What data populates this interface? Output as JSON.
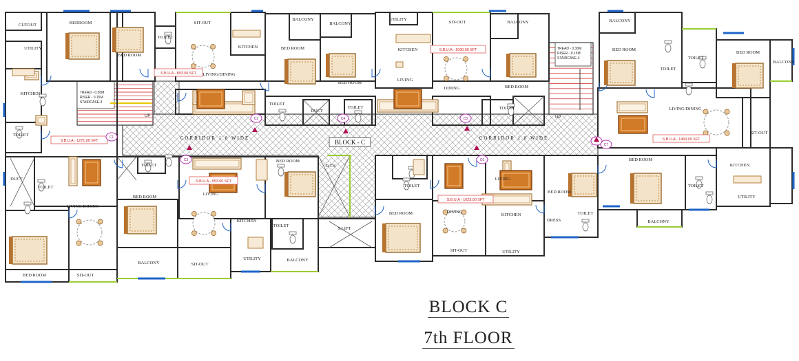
{
  "title_line1": "BLOCK  C",
  "title_line2": "7th FLOOR",
  "block_label": "BLOCK - C",
  "corridor_label": "CORRIDOR 1.8 WIDE",
  "stair_left": {
    "tread": "TREAD - 0.30M",
    "riser": "RISER - 0.15M",
    "name": "STAIRCASE-3",
    "up": "UP"
  },
  "stair_right": {
    "tread": "TREAD - 0.30M",
    "riser": "RISER - 0.15M",
    "name": "STAIRCASE-4",
    "up": "UP"
  },
  "areas": [
    "S.B.U.A - 893.00 SFT",
    "S.B.U.A - 1271.00 SFT",
    "S.B.U.A - 953.00 SFT",
    "S.B.U.A - 1090.00 SFT",
    "S.B.U.A - 1023.00 SFT",
    "S.B.U.A - 1469.00 SFT"
  ],
  "units": [
    "C1",
    "C2",
    "C3",
    "C4",
    "C5",
    "C6",
    "C7",
    "C8"
  ],
  "rooms": {
    "cutout": "CUTOUT",
    "bedroom": "BEDROOM",
    "bed_room": "BED ROOM",
    "toilet": "TOILET",
    "sit_out": "SIT-OUT",
    "utility": "UTILITY",
    "kitchen": "KITCHEN",
    "living_dining": "LIVING/DINING",
    "living": "LIVING",
    "dining": "DINING",
    "balcony": "BALCONY",
    "duct": "DUCT",
    "ots": "O.T.S",
    "slift": "S.LIFT",
    "dress": "DRESS"
  }
}
